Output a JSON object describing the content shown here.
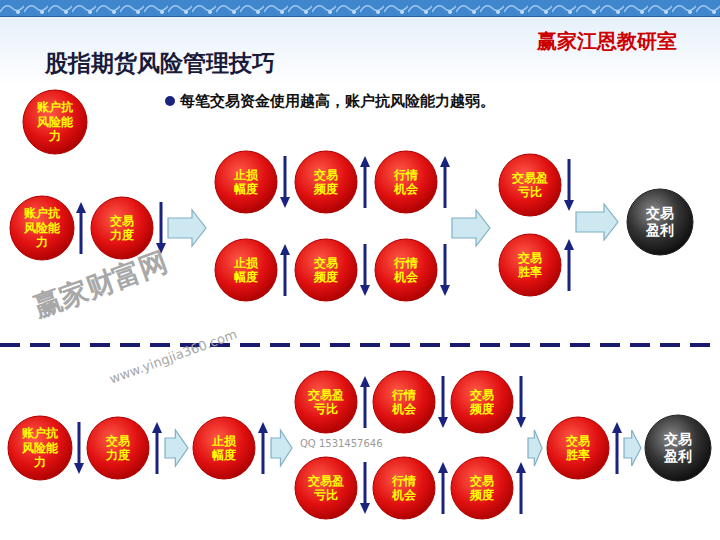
{
  "diagram": {
    "title": "股指期货风险管理技巧",
    "nodes": [
      {
        "text": [
          "账户抗风险能力"
        ]
      },
      {
        "text": [
          "账户抗风险能力"
        ]
      },
      {
        "text": [
          "交易力度"
        ]
      },
      {
        "text": [
          "止损幅度"
        ]
      },
      {
        "text": [
          "交易频度"
        ]
      },
      {
        "text": [
          "行情机会"
        ]
      },
      {
        "text": [
          "止损幅度"
        ]
      },
      {
        "text": [
          "交易频度"
        ]
      },
      {
        "text": [
          "行情机会"
        ]
      },
      {
        "text": [
          "交易盈亏比"
        ]
      },
      {
        "text": [
          "交易胜率"
        ]
      },
      {
        "text": [
          "交易盈利"
        ]
      },
      {
        "text": [
          "账户抗风险能力"
        ]
      },
      {
        "text": [
          "交易力度"
        ]
      },
      {
        "text": [
          "止损幅度"
        ]
      },
      {
        "text": [
          "交易盈亏比"
        ]
      },
      {
        "text": [
          "行情机会"
        ]
      },
      {
        "text": [
          "交易频度"
        ]
      },
      {
        "text": [
          "交易盈亏比"
        ]
      },
      {
        "text": [
          "行情机会"
        ]
      },
      {
        "text": [
          "交易频度"
        ]
      },
      {
        "text": [
          "交易胜率"
        ]
      },
      {
        "text": [
          "交易盈利"
        ]
      }
    ],
    "labels": [
      "赢家江恩教研室",
      "每笔交易资金使用越高，账户抗风险能力越弱。",
      "赢家财富网",
      "www.yingjia360.com",
      "QQ 1531457646"
    ]
  }
}
